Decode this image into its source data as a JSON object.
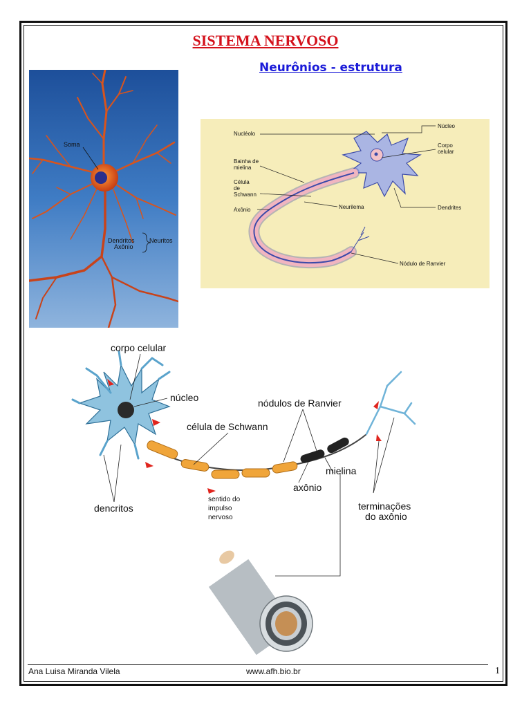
{
  "title": "SISTEMA NERVOSO",
  "subtitle": "Neurônios - estrutura",
  "figure1": {
    "soma": "Soma",
    "dendritos": "Dendritos",
    "axonio": "Axônio",
    "neuritos": "Neuritos"
  },
  "figure2": {
    "nucleolo": "Nucléolo",
    "bainha_1": "Bainha de",
    "bainha_2": "mielina",
    "celula_1": "Célula",
    "celula_2": "de",
    "celula_3": "Schwann",
    "axonio": "Axônio",
    "neurilema": "Neurilema",
    "nucleo": "Núcleo",
    "corpo_1": "Corpo",
    "corpo_2": "celular",
    "dendrites": "Dendrites",
    "nodulo": "Nódulo de Ranvier"
  },
  "figure3": {
    "corpo_celular": "corpo celular",
    "nucleo": "núcleo",
    "nodulos": "nódulos de Ranvier",
    "celula_schwann": "célula de Schwann",
    "mielina": "mielina",
    "axonio": "axônio",
    "dencritos": "dencritos",
    "sentido_1": "sentido do",
    "sentido_2": "impulso",
    "sentido_3": "nervoso",
    "term_1": "terminações",
    "term_2": "do axônio"
  },
  "footer": {
    "author": "Ana Luisa Miranda Vilela",
    "site": "www.afh.bio.br",
    "page": "1"
  }
}
